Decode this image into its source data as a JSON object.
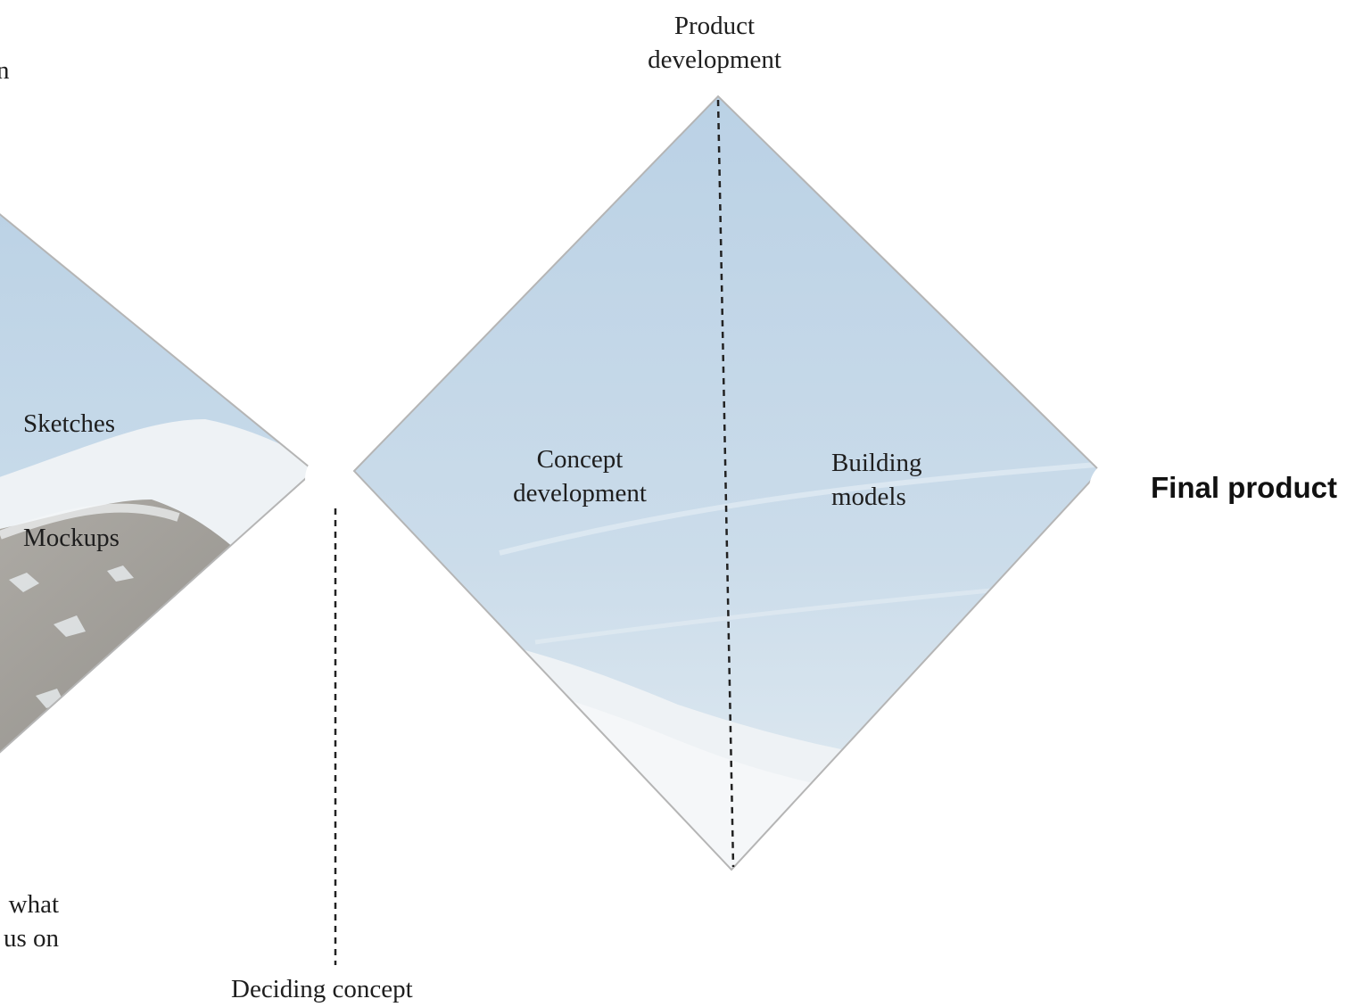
{
  "labels": {
    "top_left_fragment": "n",
    "sketches": "Sketches",
    "mockups": "Mockups",
    "bottom_left_line1": "what",
    "bottom_left_line2": "us on",
    "deciding_concept": "Deciding concept",
    "product_development_line1": "Product",
    "product_development_line2": "development",
    "concept_development_line1": "Concept",
    "concept_development_line2": "development",
    "building_models_line1": "Building",
    "building_models_line2": "models",
    "final_product": "Final product"
  },
  "colors": {
    "diamond_border": "#b5b5b5",
    "sky_top": "#bcd3e6",
    "sky_bottom": "#d6e4ef",
    "snow": "#eef2f5",
    "rock": "#8a8680",
    "dashed_line": "#222222"
  }
}
